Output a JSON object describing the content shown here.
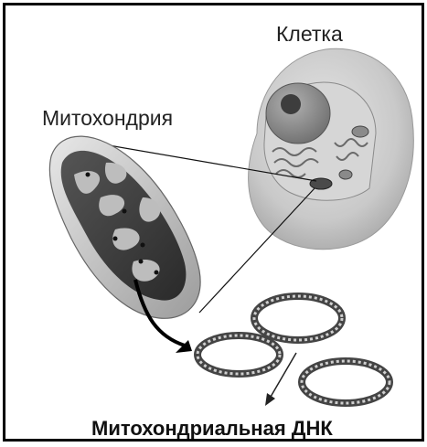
{
  "labels": {
    "cell": "Клетка",
    "mitochondrion": "Митохондрия",
    "mitochondrial_dna": "Митохондриальная ДНК"
  }
}
